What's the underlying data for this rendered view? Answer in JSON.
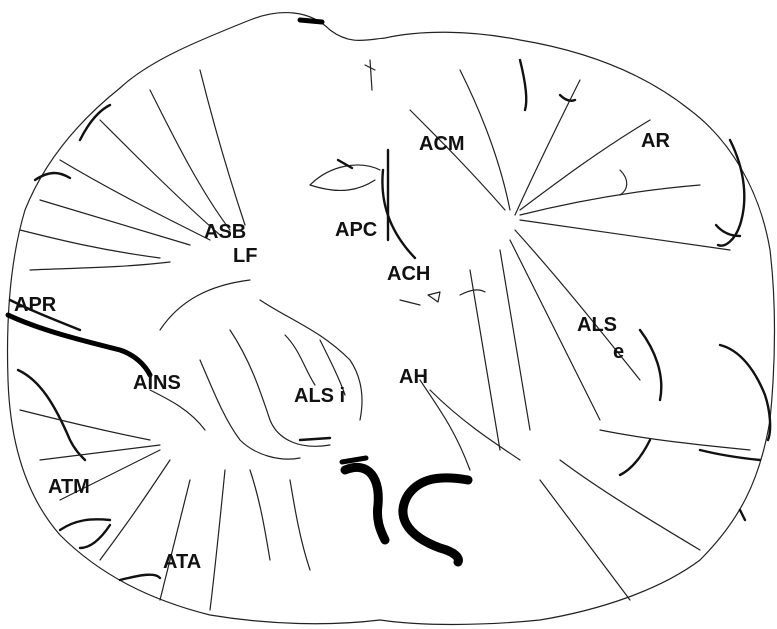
{
  "labels": {
    "acm": "ACM",
    "ar": "AR",
    "asb": "ASB",
    "lf": "LF",
    "apc": "APC",
    "ach": "ACH",
    "apr": "APR",
    "als_e_main": "ALS",
    "als_e_sub": "e",
    "ains": "AINS",
    "als_i": "ALS i",
    "ah": "AH",
    "atm": "ATM",
    "ata": "ATA"
  },
  "colors": {
    "ink": "#111111",
    "background": "#ffffff"
  }
}
